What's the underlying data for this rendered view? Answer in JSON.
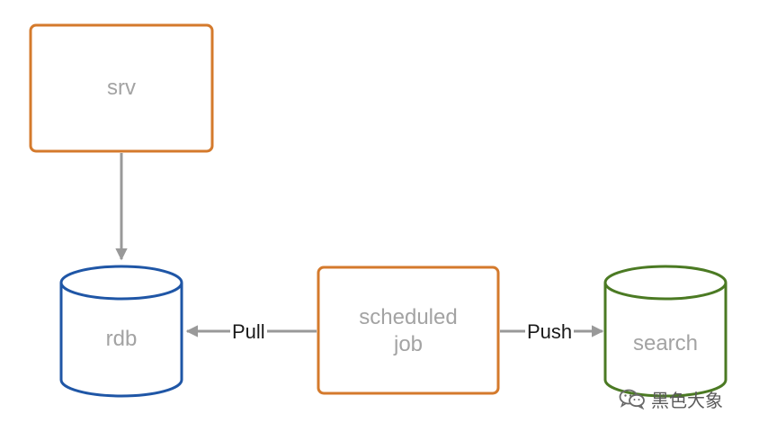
{
  "nodes": {
    "srv": {
      "label": "srv",
      "shape": "rectangle",
      "color": "#d47a2c"
    },
    "rdb": {
      "label": "rdb",
      "shape": "cylinder",
      "color": "#1f56a6"
    },
    "job": {
      "label_line1": "scheduled",
      "label_line2": "job",
      "shape": "rectangle",
      "color": "#d47a2c"
    },
    "search": {
      "label": "search",
      "shape": "cylinder",
      "color": "#4b7a23"
    }
  },
  "edges": {
    "pull": {
      "label": "Pull",
      "from": "job",
      "to": "rdb"
    },
    "push": {
      "label": "Push",
      "from": "job",
      "to": "search"
    },
    "srv_rdb": {
      "label": "",
      "from": "srv",
      "to": "rdb"
    }
  },
  "watermark": {
    "icon": "wechat-icon",
    "text": "黑色大象"
  },
  "colors": {
    "edge": "#999999",
    "node_text": "#a3a3a3",
    "edge_text": "#1a1a1a"
  }
}
